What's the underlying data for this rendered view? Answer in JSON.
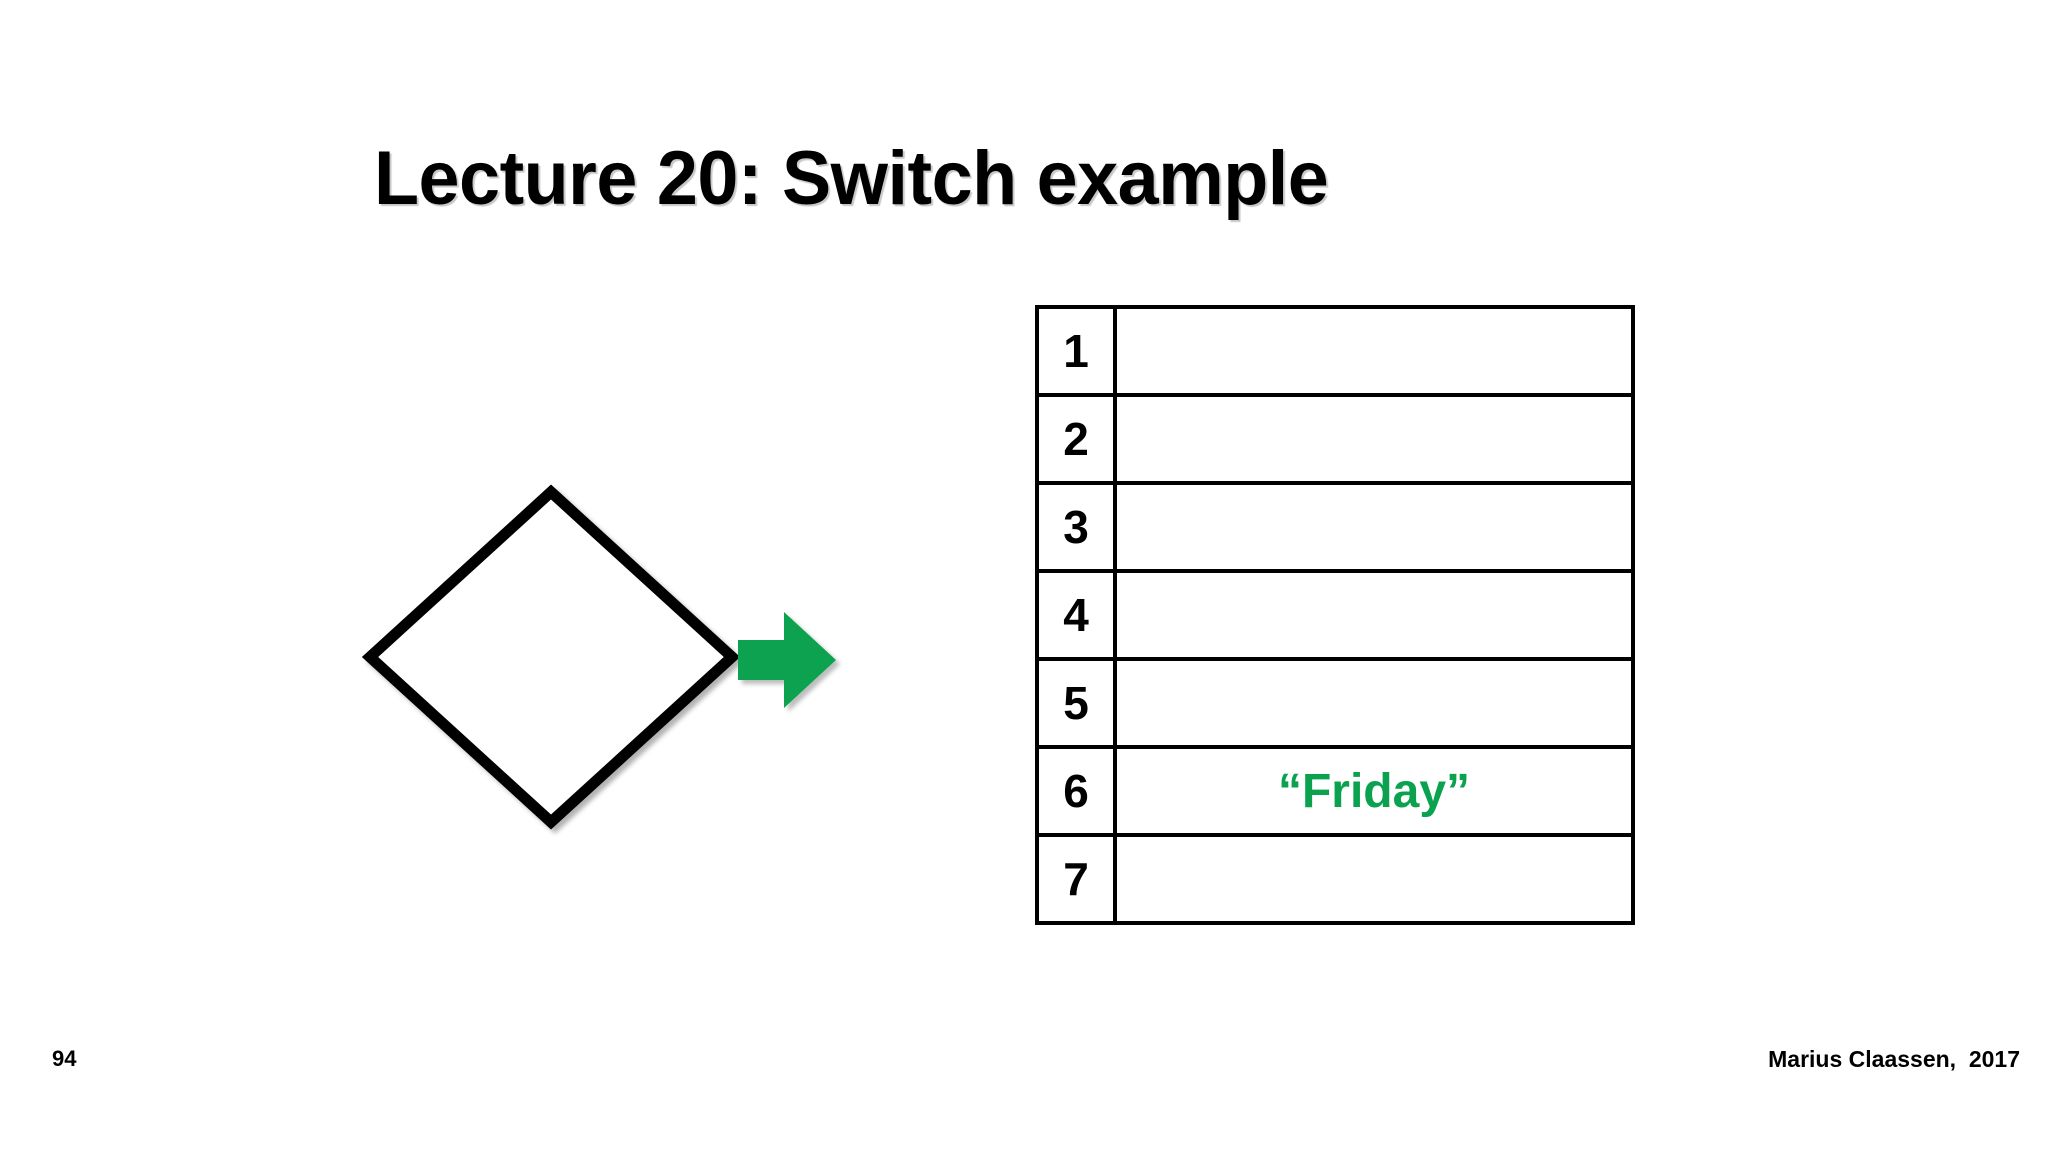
{
  "slide": {
    "title": "Lecture 20: Switch example",
    "page_number": "94",
    "credit": "Marius Claassen,  2017",
    "background_color": "#ffffff"
  },
  "colors": {
    "accent_green": "#0AA24F",
    "arrow_green": "#0AA24F",
    "outline_black": "#000000",
    "text_black": "#000000"
  },
  "diagram": {
    "decision_shape": {
      "kind": "diamond",
      "label": "",
      "fill": "#ffffff",
      "stroke": "#000000"
    },
    "flow_arrow": {
      "kind": "block-arrow-right",
      "label": "",
      "fill": "#0AA24F"
    }
  },
  "array_table": {
    "columns": [
      "index",
      "value"
    ],
    "rows": [
      {
        "index": "1",
        "value": ""
      },
      {
        "index": "2",
        "value": ""
      },
      {
        "index": "3",
        "value": ""
      },
      {
        "index": "4",
        "value": ""
      },
      {
        "index": "5",
        "value": ""
      },
      {
        "index": "6",
        "value": "“Friday”"
      },
      {
        "index": "7",
        "value": ""
      }
    ]
  }
}
